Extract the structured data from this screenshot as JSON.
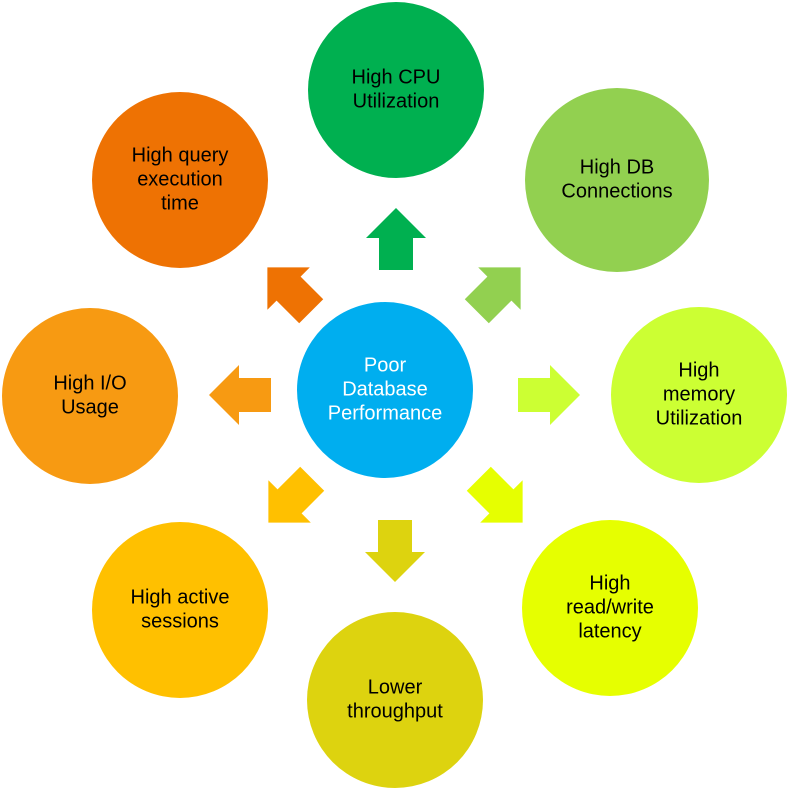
{
  "diagram": {
    "center": {
      "lines": [
        "Poor",
        "Database",
        "Performance"
      ],
      "fill": "#00AEEF",
      "text_color": "#ffffff"
    },
    "nodes": [
      {
        "id": "cpu",
        "lines": [
          "High CPU",
          "Utilization"
        ],
        "fill": "#00B050",
        "text_color": "#000000"
      },
      {
        "id": "connections",
        "lines": [
          "High DB",
          "Connections"
        ],
        "fill": "#92D050",
        "text_color": "#000000"
      },
      {
        "id": "memory",
        "lines": [
          "High",
          "memory",
          "Utilization"
        ],
        "fill": "#CCFF33",
        "text_color": "#000000"
      },
      {
        "id": "latency",
        "lines": [
          "High",
          "read/write",
          "latency"
        ],
        "fill": "#E6FF00",
        "text_color": "#000000"
      },
      {
        "id": "throughput",
        "lines": [
          "Lower",
          "throughput"
        ],
        "fill": "#DDD30F",
        "text_color": "#000000"
      },
      {
        "id": "sessions",
        "lines": [
          "High active",
          "sessions"
        ],
        "fill": "#FFC000",
        "text_color": "#000000"
      },
      {
        "id": "io",
        "lines": [
          "High I/O",
          "Usage"
        ],
        "fill": "#F79A12",
        "text_color": "#000000"
      },
      {
        "id": "query",
        "lines": [
          "High query",
          "execution",
          "time"
        ],
        "fill": "#EE7203",
        "text_color": "#000000"
      }
    ],
    "arrows": [
      {
        "to": "cpu",
        "fill": "#00B050"
      },
      {
        "to": "connections",
        "fill": "#92D050"
      },
      {
        "to": "memory",
        "fill": "#CCFF33"
      },
      {
        "to": "latency",
        "fill": "#E6FF00"
      },
      {
        "to": "throughput",
        "fill": "#DDD30F"
      },
      {
        "to": "sessions",
        "fill": "#FFC000"
      },
      {
        "to": "io",
        "fill": "#F79A12"
      },
      {
        "to": "query",
        "fill": "#EE7203"
      }
    ]
  }
}
